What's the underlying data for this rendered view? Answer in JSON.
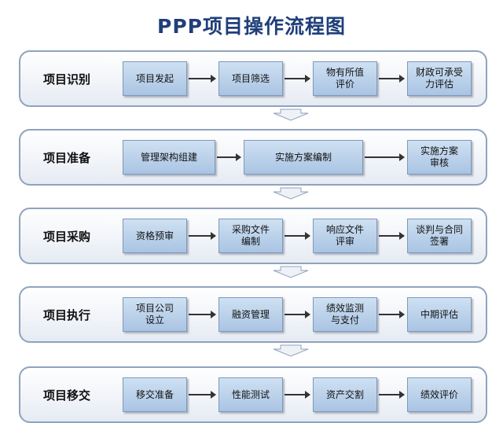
{
  "title": "PPP项目操作流程图",
  "stages": [
    {
      "label": "项目识别",
      "steps": [
        "项目发起",
        "项目筛选",
        "物有所值\n评价",
        "财政可承受\n力评估"
      ]
    },
    {
      "label": "项目准备",
      "steps": [
        "管理架构组建",
        "实施方案编制",
        "实施方案\n审核"
      ]
    },
    {
      "label": "项目采购",
      "steps": [
        "资格预审",
        "采购文件\n编制",
        "响应文件\n评审",
        "谈判与合同\n签署"
      ]
    },
    {
      "label": "项目执行",
      "steps": [
        "项目公司\n设立",
        "融资管理",
        "绩效监测\n与支付",
        "中期评估"
      ]
    },
    {
      "label": "项目移交",
      "steps": [
        "移交准备",
        "性能测试",
        "资产交割",
        "绩效评价"
      ]
    }
  ]
}
